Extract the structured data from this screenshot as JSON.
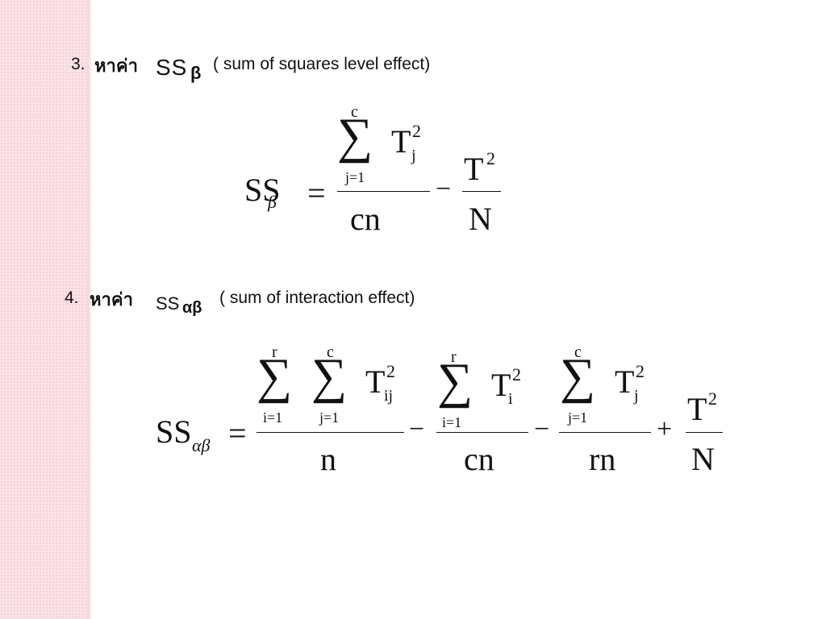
{
  "slide": {
    "item3": {
      "number": "3.",
      "thai": "หาค่า",
      "symbol_main": "SS",
      "symbol_sub": "β",
      "description": "( sum of squares level effect)"
    },
    "formula3": {
      "lhs_main": "SS",
      "lhs_sub": "β",
      "equals": "=",
      "sum_upper": "c",
      "sum_symbol": "∑",
      "sum_lower": "j=1",
      "term_base": "T",
      "term_sub": "j",
      "term_sup": "2",
      "denominator": "cn",
      "minus": "−",
      "second_num_base": "T",
      "second_num_sup": "2",
      "second_den": "N"
    },
    "item4": {
      "number": "4.",
      "thai": "หาค่า",
      "symbol_main": "SS",
      "symbol_sub": "αβ",
      "description": "( sum of interaction effect)"
    },
    "formula4": {
      "lhs_main": "SS",
      "lhs_sub": "αβ",
      "equals": "=",
      "sum_symbol": "∑",
      "frac1": {
        "upper_1": "r",
        "lower_1": "i=1",
        "upper_2": "c",
        "lower_2": "j=1",
        "term_base": "T",
        "term_sub": "ij",
        "term_sup": "2",
        "denominator": "n"
      },
      "minus_1": "−",
      "frac2": {
        "upper": "r",
        "lower": "i=1",
        "term_base": "T",
        "term_sub": "i",
        "term_sup": "2",
        "denominator": "cn"
      },
      "minus_2": "−",
      "frac3": {
        "upper": "c",
        "lower": "j=1",
        "term_base": "T",
        "term_sub": "j",
        "term_sup": "2",
        "denominator": "rn"
      },
      "plus": "+",
      "frac4": {
        "num_base": "T",
        "num_sup": "2",
        "denominator": "N"
      }
    }
  },
  "colors": {
    "sidebar": "#fbe3e8",
    "text": "#111111"
  }
}
